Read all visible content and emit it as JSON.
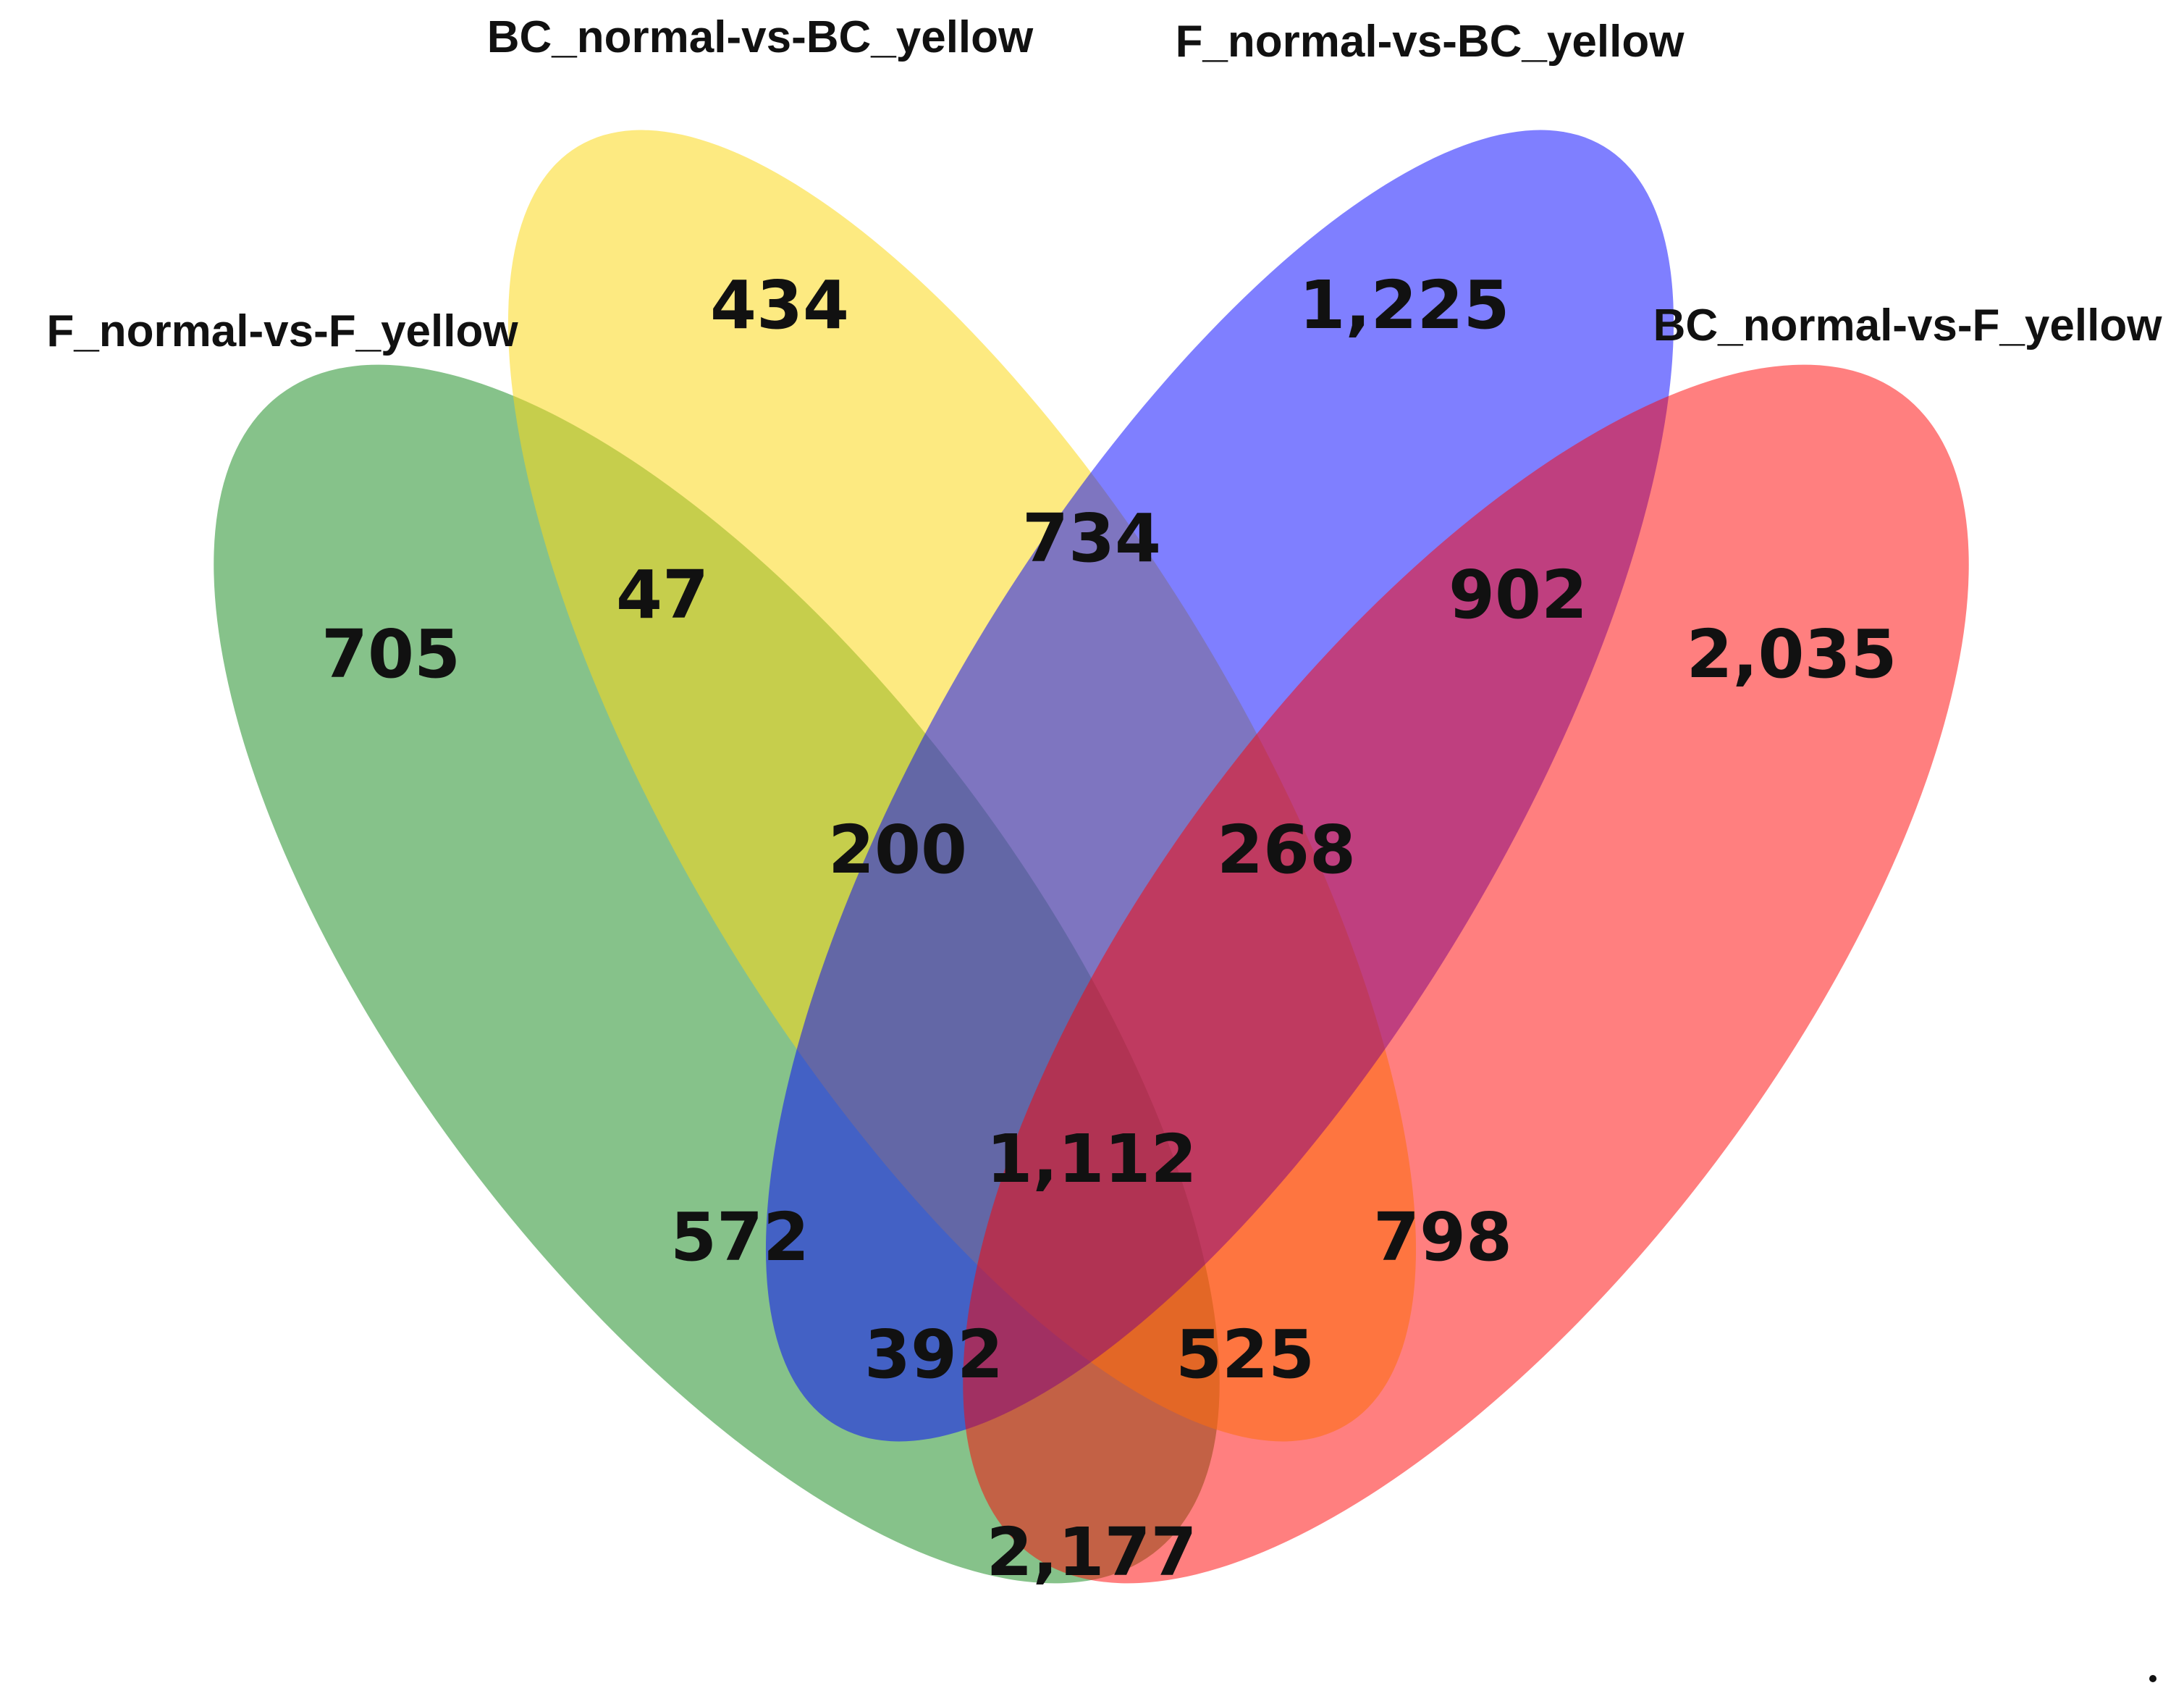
{
  "sets": [
    {
      "id": "A",
      "label": "F_normal-vs-F_yellow",
      "color": "#22902a"
    },
    {
      "id": "B",
      "label": "BC_normal-vs-BC_yellow",
      "color": "#fcd91a"
    },
    {
      "id": "C",
      "label": "F_normal-vs-BC_yellow",
      "color": "#0000ff"
    },
    {
      "id": "D",
      "label": "BC_normal-vs-F_yellow",
      "color": "#ff0000"
    }
  ],
  "regions": [
    {
      "sets": [
        "A"
      ],
      "count": "705"
    },
    {
      "sets": [
        "B"
      ],
      "count": "434"
    },
    {
      "sets": [
        "C"
      ],
      "count": "1,225"
    },
    {
      "sets": [
        "D"
      ],
      "count": "2,035"
    },
    {
      "sets": [
        "A",
        "B"
      ],
      "count": "47"
    },
    {
      "sets": [
        "B",
        "C"
      ],
      "count": "734"
    },
    {
      "sets": [
        "C",
        "D"
      ],
      "count": "902"
    },
    {
      "sets": [
        "A",
        "B",
        "C"
      ],
      "count": "200"
    },
    {
      "sets": [
        "B",
        "C",
        "D"
      ],
      "count": "268"
    },
    {
      "sets": [
        "A",
        "C"
      ],
      "count": "572"
    },
    {
      "sets": [
        "B",
        "D"
      ],
      "count": "798"
    },
    {
      "sets": [
        "A",
        "B",
        "C",
        "D"
      ],
      "count": "1,112"
    },
    {
      "sets": [
        "A",
        "C",
        "D"
      ],
      "count": "392"
    },
    {
      "sets": [
        "A",
        "B",
        "D"
      ],
      "count": "525"
    },
    {
      "sets": [
        "A",
        "D"
      ],
      "count": "2,177"
    }
  ]
}
